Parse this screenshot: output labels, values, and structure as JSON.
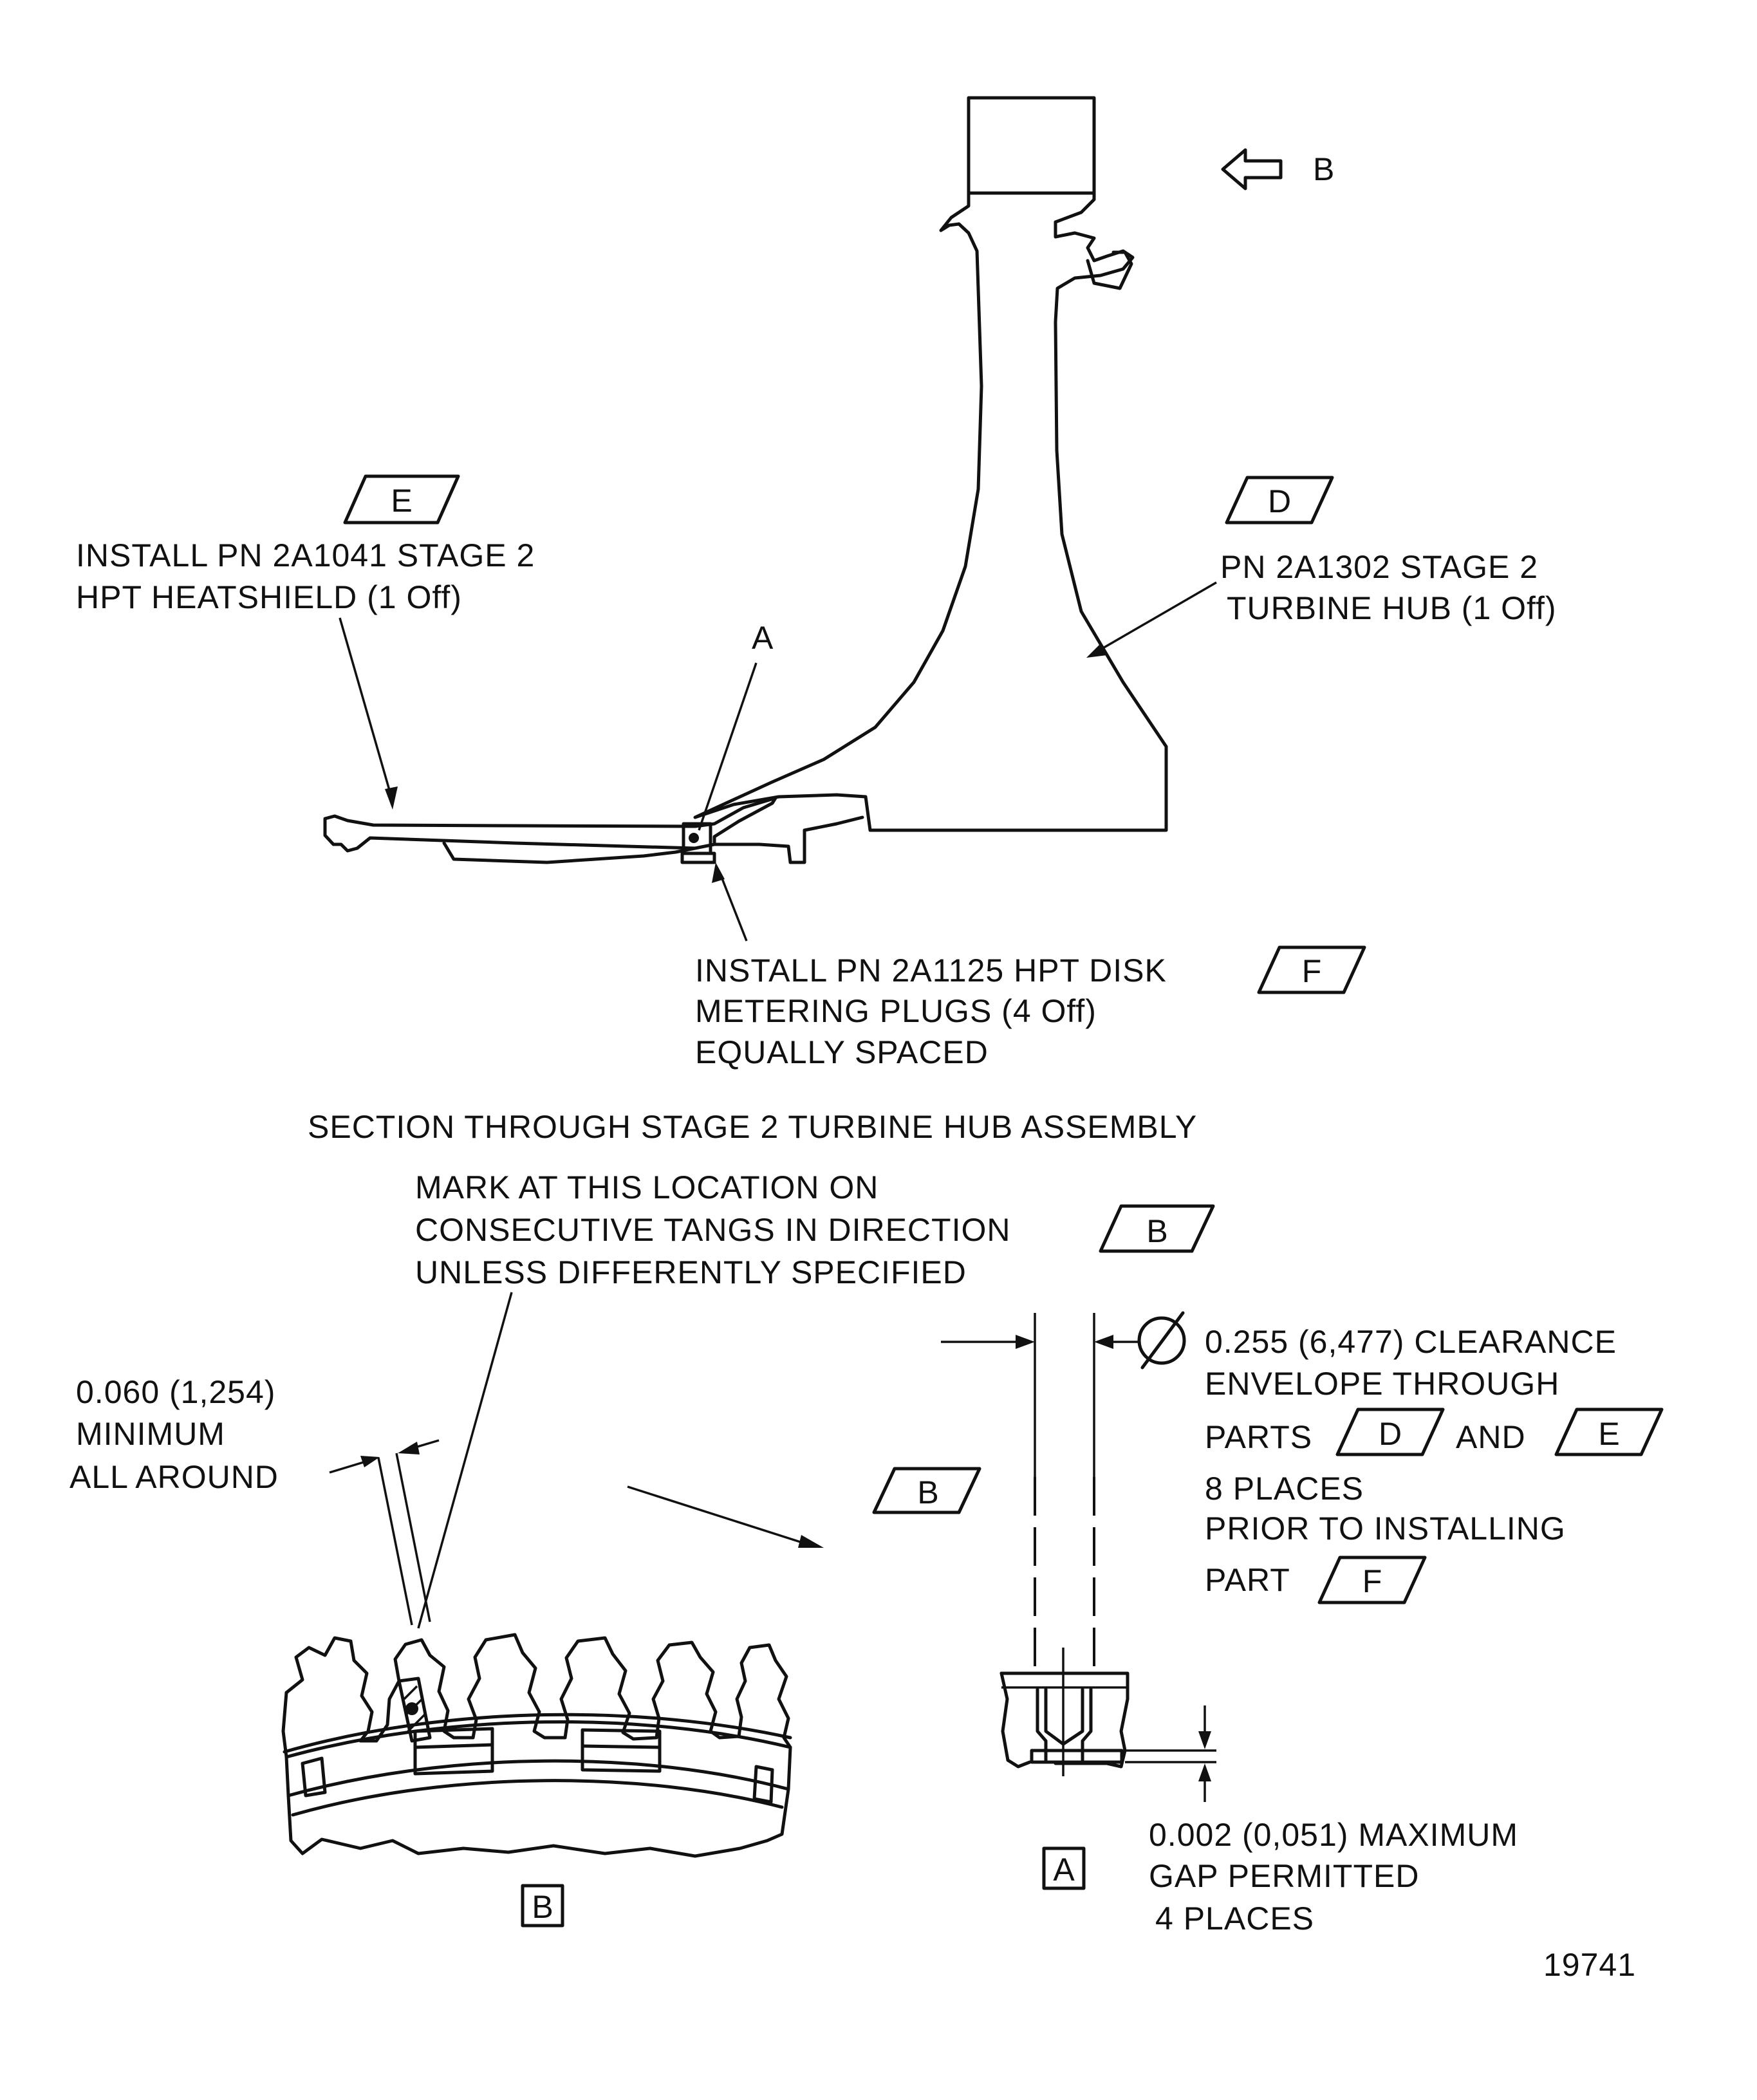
{
  "callouts": {
    "heatshield": {
      "line1": "INSTALL PN 2A1041 STAGE 2",
      "line2": "HPT HEATSHIELD (1 Off)",
      "tag": "E"
    },
    "hub": {
      "line1": "PN 2A1302 STAGE 2",
      "line2": "TURBINE HUB (1 Off)",
      "tag": "D"
    },
    "plugs": {
      "line1": "INSTALL PN 2A1125 HPT DISK",
      "line2": "METERING PLUGS (4 Off)",
      "line3": "EQUALLY SPACED",
      "tag": "F"
    },
    "view_arrow_b": "B",
    "detail_a_marker": "A"
  },
  "section_title": "SECTION THROUGH STAGE 2 TURBINE HUB ASSEMBLY",
  "mark_note": {
    "line1": "MARK AT THIS LOCATION ON",
    "line2": "CONSECUTIVE TANGS IN DIRECTION",
    "line3": "UNLESS DIFFERENTLY SPECIFIED",
    "tag": "B"
  },
  "minimum_note": {
    "line1": "0.060 (1,254)",
    "line2": "MINIMUM",
    "line3": "ALL AROUND"
  },
  "clearance_note": {
    "line1": "0.255 (6,477) CLEARANCE",
    "line2": "ENVELOPE  THROUGH",
    "line3_prefix": "PARTS",
    "tag1": "D",
    "line3_and": "AND",
    "tag2": "E",
    "line4": "8 PLACES",
    "line5": "PRIOR TO INSTALLING",
    "line6_prefix": "PART",
    "tag3": "F"
  },
  "gap_note": {
    "line1": "0.002 (0,051) MAXIMUM",
    "line2": "GAP PERMITTED",
    "line3": "4 PLACES"
  },
  "view_b_tag": "B",
  "view_b_label": "B",
  "view_a_label": "A",
  "figure_number": "19741"
}
